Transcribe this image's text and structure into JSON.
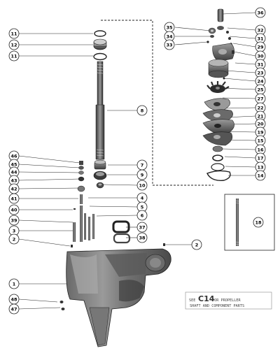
{
  "callouts_left": [
    {
      "id": "c11a",
      "label": "11"
    },
    {
      "id": "c12",
      "label": "12"
    },
    {
      "id": "c11b",
      "label": "11"
    },
    {
      "id": "c46",
      "label": "46"
    },
    {
      "id": "c45",
      "label": "45"
    },
    {
      "id": "c44",
      "label": "44"
    },
    {
      "id": "c43",
      "label": "43"
    },
    {
      "id": "c42",
      "label": "42"
    },
    {
      "id": "c41",
      "label": "41"
    },
    {
      "id": "c40",
      "label": "40"
    },
    {
      "id": "c39",
      "label": "39"
    },
    {
      "id": "c3",
      "label": "3"
    },
    {
      "id": "c2a",
      "label": "2"
    },
    {
      "id": "c1",
      "label": "1"
    },
    {
      "id": "c48",
      "label": "48"
    },
    {
      "id": "c47",
      "label": "47"
    }
  ],
  "callouts_center": [
    {
      "id": "c8",
      "label": "8"
    },
    {
      "id": "c7",
      "label": "7"
    },
    {
      "id": "c9",
      "label": "9"
    },
    {
      "id": "c10",
      "label": "10"
    },
    {
      "id": "c4",
      "label": "4"
    },
    {
      "id": "c5",
      "label": "5"
    },
    {
      "id": "c6",
      "label": "6"
    },
    {
      "id": "c37",
      "label": "37"
    },
    {
      "id": "c38",
      "label": "38"
    },
    {
      "id": "c2b",
      "label": "2"
    }
  ],
  "callouts_right": [
    {
      "id": "c36",
      "label": "36"
    },
    {
      "id": "c35",
      "label": "35"
    },
    {
      "id": "c32",
      "label": "32"
    },
    {
      "id": "c34",
      "label": "34"
    },
    {
      "id": "c31a",
      "label": "31"
    },
    {
      "id": "c33",
      "label": "33"
    },
    {
      "id": "c29",
      "label": "29"
    },
    {
      "id": "c30",
      "label": "30"
    },
    {
      "id": "c31b",
      "label": "31"
    },
    {
      "id": "c23",
      "label": "23"
    },
    {
      "id": "c24",
      "label": "24"
    },
    {
      "id": "c25",
      "label": "25"
    },
    {
      "id": "c27",
      "label": "27"
    },
    {
      "id": "c22",
      "label": "22"
    },
    {
      "id": "c21",
      "label": "21"
    },
    {
      "id": "c20",
      "label": "20"
    },
    {
      "id": "c19",
      "label": "19"
    },
    {
      "id": "c15",
      "label": "15"
    },
    {
      "id": "c16",
      "label": "16"
    },
    {
      "id": "c17",
      "label": "17"
    },
    {
      "id": "c13",
      "label": "13"
    },
    {
      "id": "c14",
      "label": "14"
    },
    {
      "id": "c18",
      "label": "18"
    }
  ],
  "reference_box": {
    "prefix": "SEE",
    "code": "C14",
    "line1": "FOR PROPELLER",
    "line2": "SHAFT AND COMPONENT PARTS"
  },
  "colors": {
    "ink": "#1a1a1a",
    "housing_dark": "#555555",
    "housing_mid": "#8a8a8a",
    "housing_light": "#b8b8b8",
    "paper": "#ffffff"
  }
}
